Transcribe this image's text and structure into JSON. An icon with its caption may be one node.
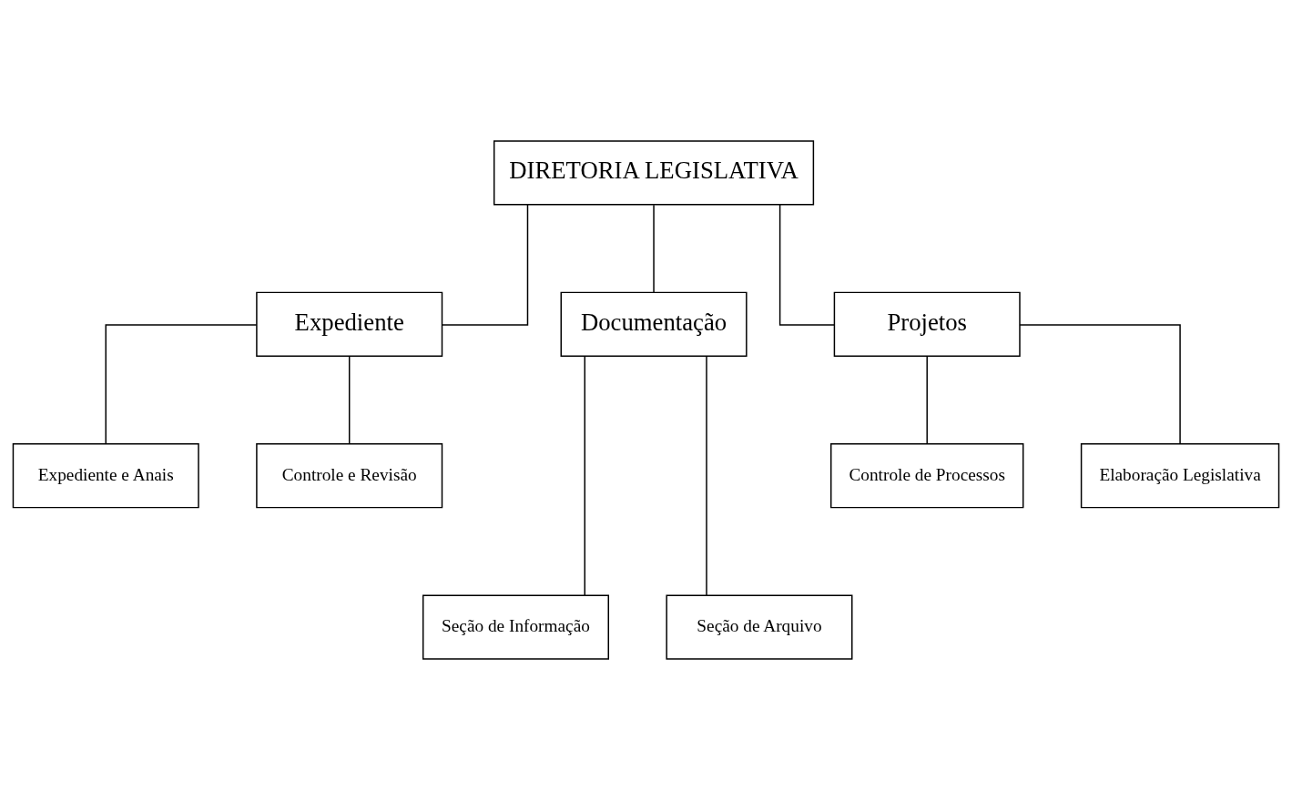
{
  "diagram": {
    "nodes": [
      {
        "text": [
          "DIRETORIA LEGISLATIVA"
        ]
      },
      {
        "text": [
          "Expediente"
        ]
      },
      {
        "text": [
          "Documentação"
        ]
      },
      {
        "text": [
          "Projetos"
        ]
      },
      {
        "text": [
          "Expediente e Anais"
        ]
      },
      {
        "text": [
          "Controle e Revisão"
        ]
      },
      {
        "text": [
          "Controle de Processos"
        ]
      },
      {
        "text": [
          "Elaboração Legislativa"
        ]
      },
      {
        "text": [
          "Seção de Informação"
        ]
      },
      {
        "text": [
          "Seção de Arquivo"
        ]
      }
    ],
    "edges": [
      {
        "from": 0,
        "to": 1,
        "arrow": "none"
      },
      {
        "from": 0,
        "to": 2,
        "arrow": "none"
      },
      {
        "from": 0,
        "to": 3,
        "arrow": "none"
      },
      {
        "from": 1,
        "to": 4,
        "arrow": "none"
      },
      {
        "from": 1,
        "to": 5,
        "arrow": "none"
      },
      {
        "from": 3,
        "to": 6,
        "arrow": "none"
      },
      {
        "from": 3,
        "to": 7,
        "arrow": "none"
      },
      {
        "from": 2,
        "to": 8,
        "arrow": "none"
      },
      {
        "from": 2,
        "to": 9,
        "arrow": "none"
      }
    ]
  }
}
